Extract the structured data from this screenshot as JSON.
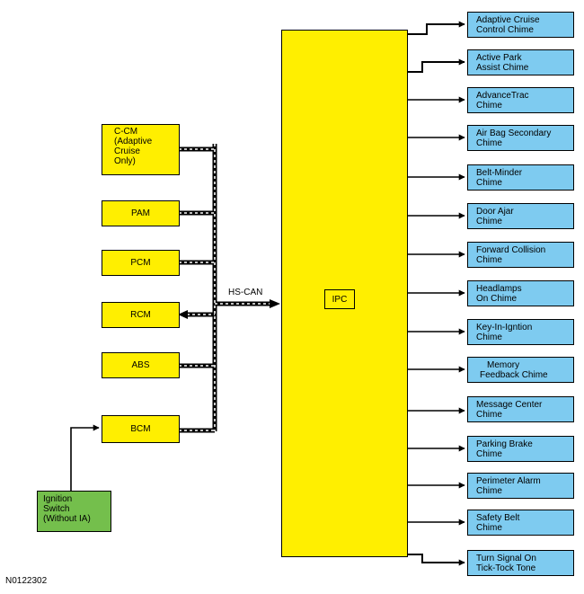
{
  "modules": {
    "ccm": [
      "C-CM",
      "(Adaptive",
      "Cruise",
      "Only)"
    ],
    "pam": "PAM",
    "pcm": "PCM",
    "rcm": "RCM",
    "abs": "ABS",
    "bcm": "BCM"
  },
  "ignition": [
    "Ignition",
    "Switch",
    "(Without IA)"
  ],
  "bus_label": "HS-CAN",
  "ipc_label": "IPC",
  "chimes": [
    [
      "Adaptive Cruise",
      "Control Chime"
    ],
    [
      "Active Park",
      "Assist Chime"
    ],
    [
      "AdvanceTrac",
      "Chime"
    ],
    [
      "Air Bag Secondary",
      "Chime"
    ],
    [
      "Belt-Minder",
      "Chime"
    ],
    [
      "Door Ajar",
      "Chime"
    ],
    [
      "Forward Collision",
      "Chime"
    ],
    [
      "Headlamps",
      "On Chime"
    ],
    [
      "Key-In-Igntion",
      "Chime"
    ],
    [
      "Memory",
      "Feedback Chime"
    ],
    [
      "Message Center",
      "Chime"
    ],
    [
      "Parking Brake",
      "Chime"
    ],
    [
      "Perimeter Alarm",
      "Chime"
    ],
    [
      "Safety Belt",
      "Chime"
    ],
    [
      "Turn Signal On",
      "Tick-Tock Tone"
    ]
  ],
  "figure_id": "N0122302",
  "colors": {
    "module_fill": "#ffef00",
    "chime_fill": "#7ecbf0",
    "switch_fill": "#74bf4c",
    "line": "#000000"
  }
}
